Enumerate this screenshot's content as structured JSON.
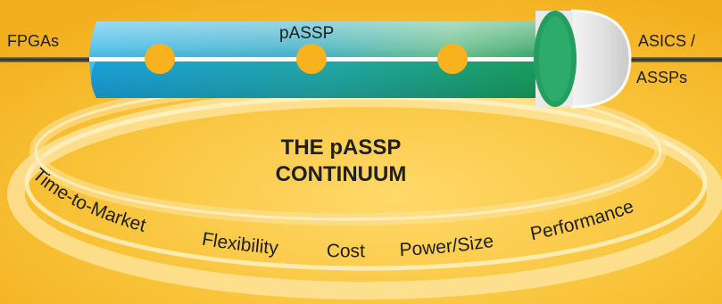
{
  "left_label": "FPGAs",
  "right_label_top": "ASICS /",
  "right_label_bottom": "ASSPs",
  "tube_label": "pASSP",
  "title_line1": "THE pASSP",
  "title_line2": "CONTINUUM",
  "attributes": {
    "time_to_market": "Time-to-Market",
    "flexibility": "Flexibility",
    "cost": "Cost",
    "power_size": "Power/Size",
    "performance": "Performance"
  },
  "colors": {
    "background": "#f6bd2c",
    "ring": "#fde6a0",
    "tube_start": "#3fb6e6",
    "tube_end": "#1f9a55",
    "marker": "#f7b21e",
    "text": "#1e1e1e"
  }
}
